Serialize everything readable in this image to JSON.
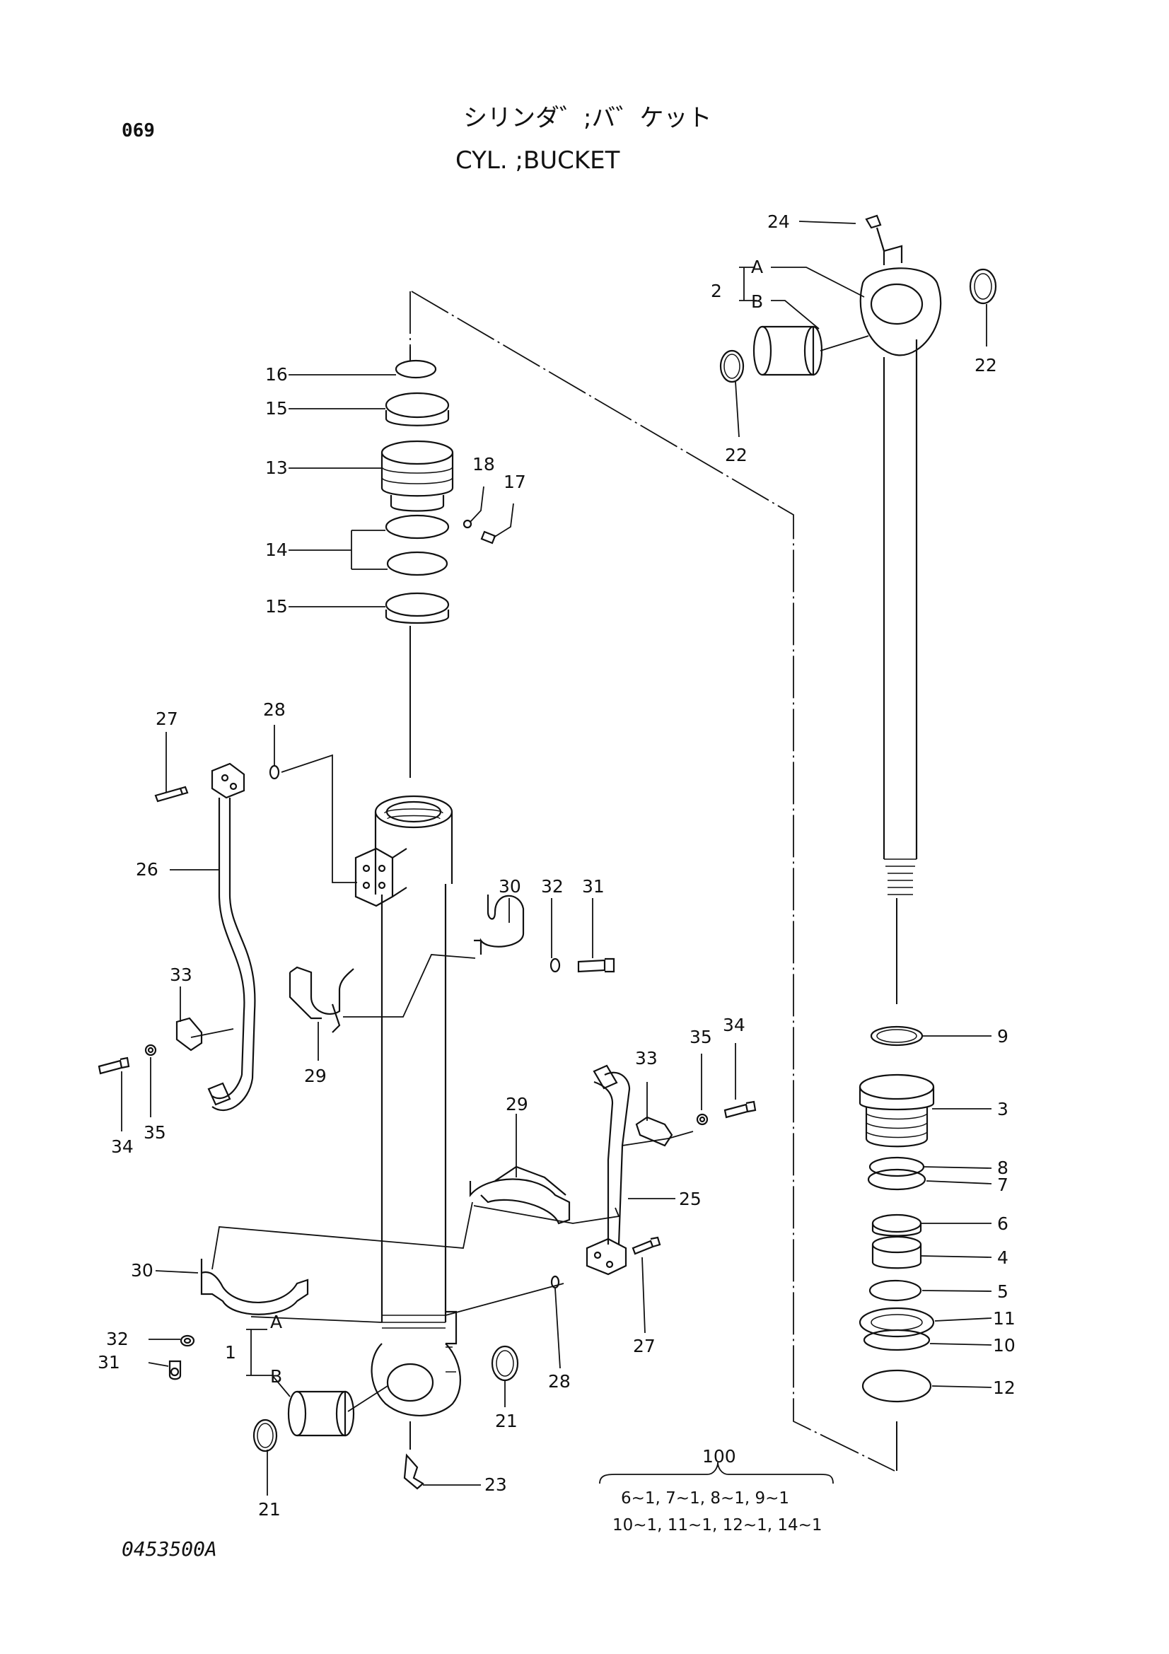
{
  "header": {
    "page_number": "069",
    "title_jp": "シリンダ゛;バ゛ケット",
    "title_en": "CYL. ;BUCKET"
  },
  "footer": {
    "drawing_number": "0453500A"
  },
  "callouts": {
    "c1": "1",
    "c1A": "A",
    "c1B": "B",
    "c2": "2",
    "c2A": "A",
    "c2B": "B",
    "c3": "3",
    "c4": "4",
    "c5": "5",
    "c6": "6",
    "c7": "7",
    "c8": "8",
    "c9": "9",
    "c10": "10",
    "c11": "11",
    "c12": "12",
    "c13": "13",
    "c14": "14",
    "c15a": "15",
    "c15b": "15",
    "c16": "16",
    "c17": "17",
    "c18": "18",
    "c21a": "21",
    "c21b": "21",
    "c22a": "22",
    "c22b": "22",
    "c23": "23",
    "c24": "24",
    "c25": "25",
    "c26": "26",
    "c27a": "27",
    "c27b": "27",
    "c28a": "28",
    "c28b": "28",
    "c29a": "29",
    "c29b": "29",
    "c30a": "30",
    "c30b": "30",
    "c31a": "31",
    "c31b": "31",
    "c32a": "32",
    "c32b": "32",
    "c33a": "33",
    "c33b": "33",
    "c34a": "34",
    "c34b": "34",
    "c35a": "35",
    "c35b": "35"
  },
  "kit": {
    "number": "100",
    "line1": "6~1,  7~1,  8~1,  9~1",
    "line2": "10~1, 11~1, 12~1, 14~1"
  }
}
